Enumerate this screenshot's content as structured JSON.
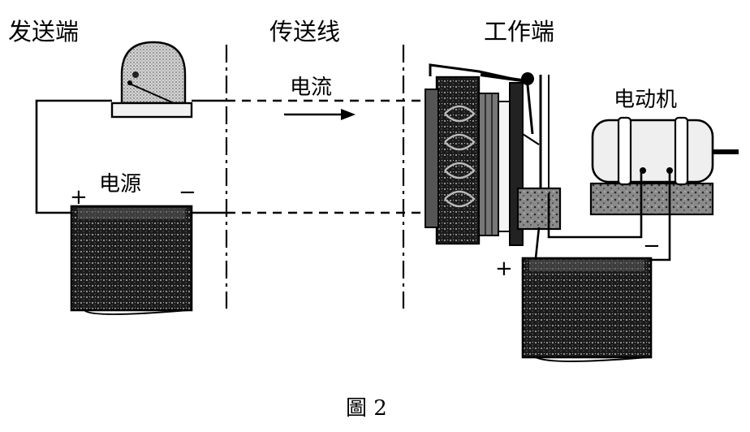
{
  "sections": {
    "sender": "发送端",
    "line": "传送线",
    "worker": "工作端"
  },
  "labels": {
    "current": "电流",
    "power_source": "电源",
    "motor": "电动机"
  },
  "signs": {
    "plus": "+",
    "minus": "−"
  },
  "caption": "圖 2",
  "icons": [
    "lamp-icon",
    "battery-icon",
    "relay-icon",
    "motor-icon",
    "arrow-right-icon"
  ]
}
